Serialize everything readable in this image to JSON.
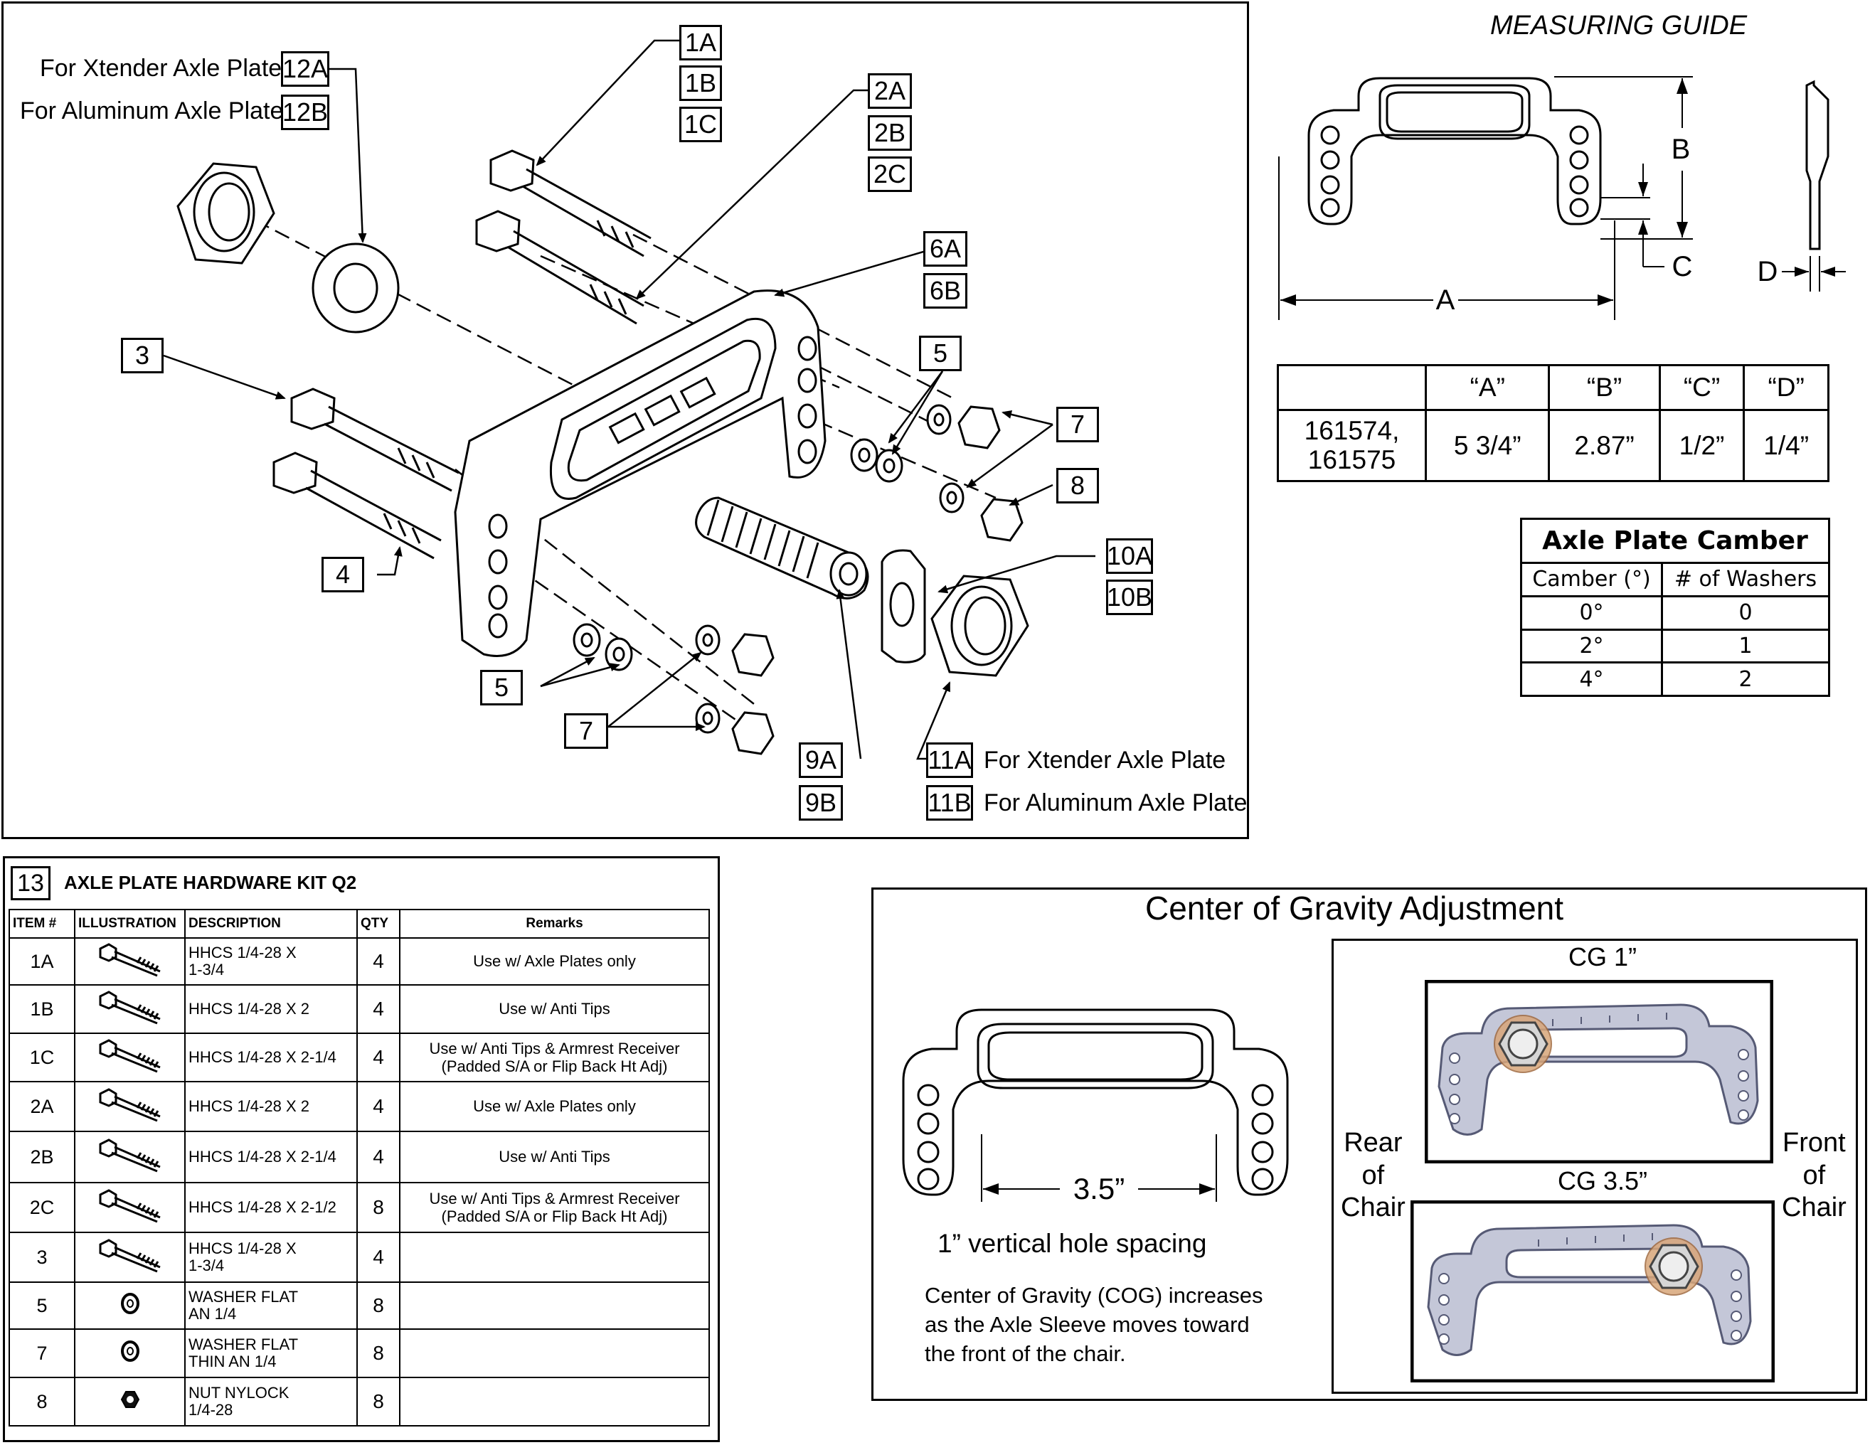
{
  "exploded_view": {
    "callouts": {
      "c1A": "1A",
      "c1B": "1B",
      "c1C": "1C",
      "c2A": "2A",
      "c2B": "2B",
      "c2C": "2C",
      "c3": "3",
      "c4": "4",
      "c5a": "5",
      "c5b": "5",
      "c6A": "6A",
      "c6B": "6B",
      "c7a": "7",
      "c7b": "7",
      "c8": "8",
      "c9A": "9A",
      "c9B": "9B",
      "c10A": "10A",
      "c10B": "10B",
      "c11A": "11A",
      "c11B": "11B",
      "c12A": "12A",
      "c12B": "12B"
    },
    "text_12A": "For Xtender Axle Plate",
    "text_12B": "For Aluminum Axle Plate",
    "text_11A": "For Xtender Axle Plate",
    "text_11B": "For Aluminum Axle Plate"
  },
  "measuring_guide": {
    "title": "MEASURING GUIDE",
    "dims": {
      "A": "A",
      "B": "B",
      "C": "C",
      "D": "D"
    },
    "table": {
      "headers": [
        "",
        "“A”",
        "“B”",
        "“C”",
        "“D”"
      ],
      "row": {
        "part": "161574,\n161575",
        "A": "5 3/4”",
        "B": "2.87”",
        "C": "1/2”",
        "D": "1/4”"
      }
    }
  },
  "camber_table": {
    "title": "Axle Plate Camber",
    "col1": "Camber (°)",
    "col2": "# of Washers",
    "rows": [
      {
        "camber": "0°",
        "washers": "0"
      },
      {
        "camber": "2°",
        "washers": "1"
      },
      {
        "camber": "4°",
        "washers": "2"
      }
    ]
  },
  "kit": {
    "number": "13",
    "title": "AXLE PLATE HARDWARE KIT Q2",
    "headers": {
      "item": "ITEM #",
      "illustration": "ILLUSTRATION",
      "description": "DESCRIPTION",
      "qty": "QTY",
      "remarks": "Remarks"
    },
    "rows": [
      {
        "item": "1A",
        "icon": "bolt-icon",
        "description": "HHCS 1/4-28 X\n1-3/4",
        "qty": "4",
        "remarks": "Use w/ Axle Plates only"
      },
      {
        "item": "1B",
        "icon": "bolt-icon",
        "description": "HHCS 1/4-28 X 2",
        "qty": "4",
        "remarks": "Use w/ Anti Tips"
      },
      {
        "item": "1C",
        "icon": "bolt-icon",
        "description": "HHCS 1/4-28 X 2-1/4",
        "qty": "4",
        "remarks": "Use w/ Anti Tips & Armrest Receiver\n(Padded S/A or Flip Back Ht Adj)"
      },
      {
        "item": "2A",
        "icon": "bolt-icon",
        "description": "HHCS 1/4-28 X 2",
        "qty": "4",
        "remarks": "Use w/ Axle Plates only"
      },
      {
        "item": "2B",
        "icon": "bolt-icon",
        "description": "HHCS 1/4-28 X 2-1/4",
        "qty": "4",
        "remarks": "Use w/ Anti Tips"
      },
      {
        "item": "2C",
        "icon": "bolt-icon",
        "description": "HHCS 1/4-28 X 2-1/2",
        "qty": "8",
        "remarks": "Use w/ Anti Tips & Armrest Receiver\n(Padded S/A or Flip Back Ht Adj)"
      },
      {
        "item": "3",
        "icon": "bolt-icon",
        "description": "HHCS 1/4-28 X\n1-3/4",
        "qty": "4",
        "remarks": ""
      },
      {
        "item": "5",
        "icon": "washer-icon",
        "description": "WASHER FLAT\nAN 1/4",
        "qty": "8",
        "remarks": ""
      },
      {
        "item": "7",
        "icon": "washer-icon",
        "description": "WASHER FLAT\nTHIN AN 1/4",
        "qty": "8",
        "remarks": ""
      },
      {
        "item": "8",
        "icon": "nut-icon",
        "description": "NUT NYLOCK\n1/4-28",
        "qty": "8",
        "remarks": ""
      }
    ]
  },
  "cog": {
    "title": "Center of Gravity Adjustment",
    "dim": "3.5”",
    "spacing": "1” vertical hole spacing",
    "note": "Center of Gravity (COG) increases\nas the Axle Sleeve moves toward\nthe front of the chair.",
    "cg1": "CG 1”",
    "cg35": "CG 3.5”",
    "rear": "Rear\nof\nChair",
    "front": "Front\nof\nChair"
  }
}
